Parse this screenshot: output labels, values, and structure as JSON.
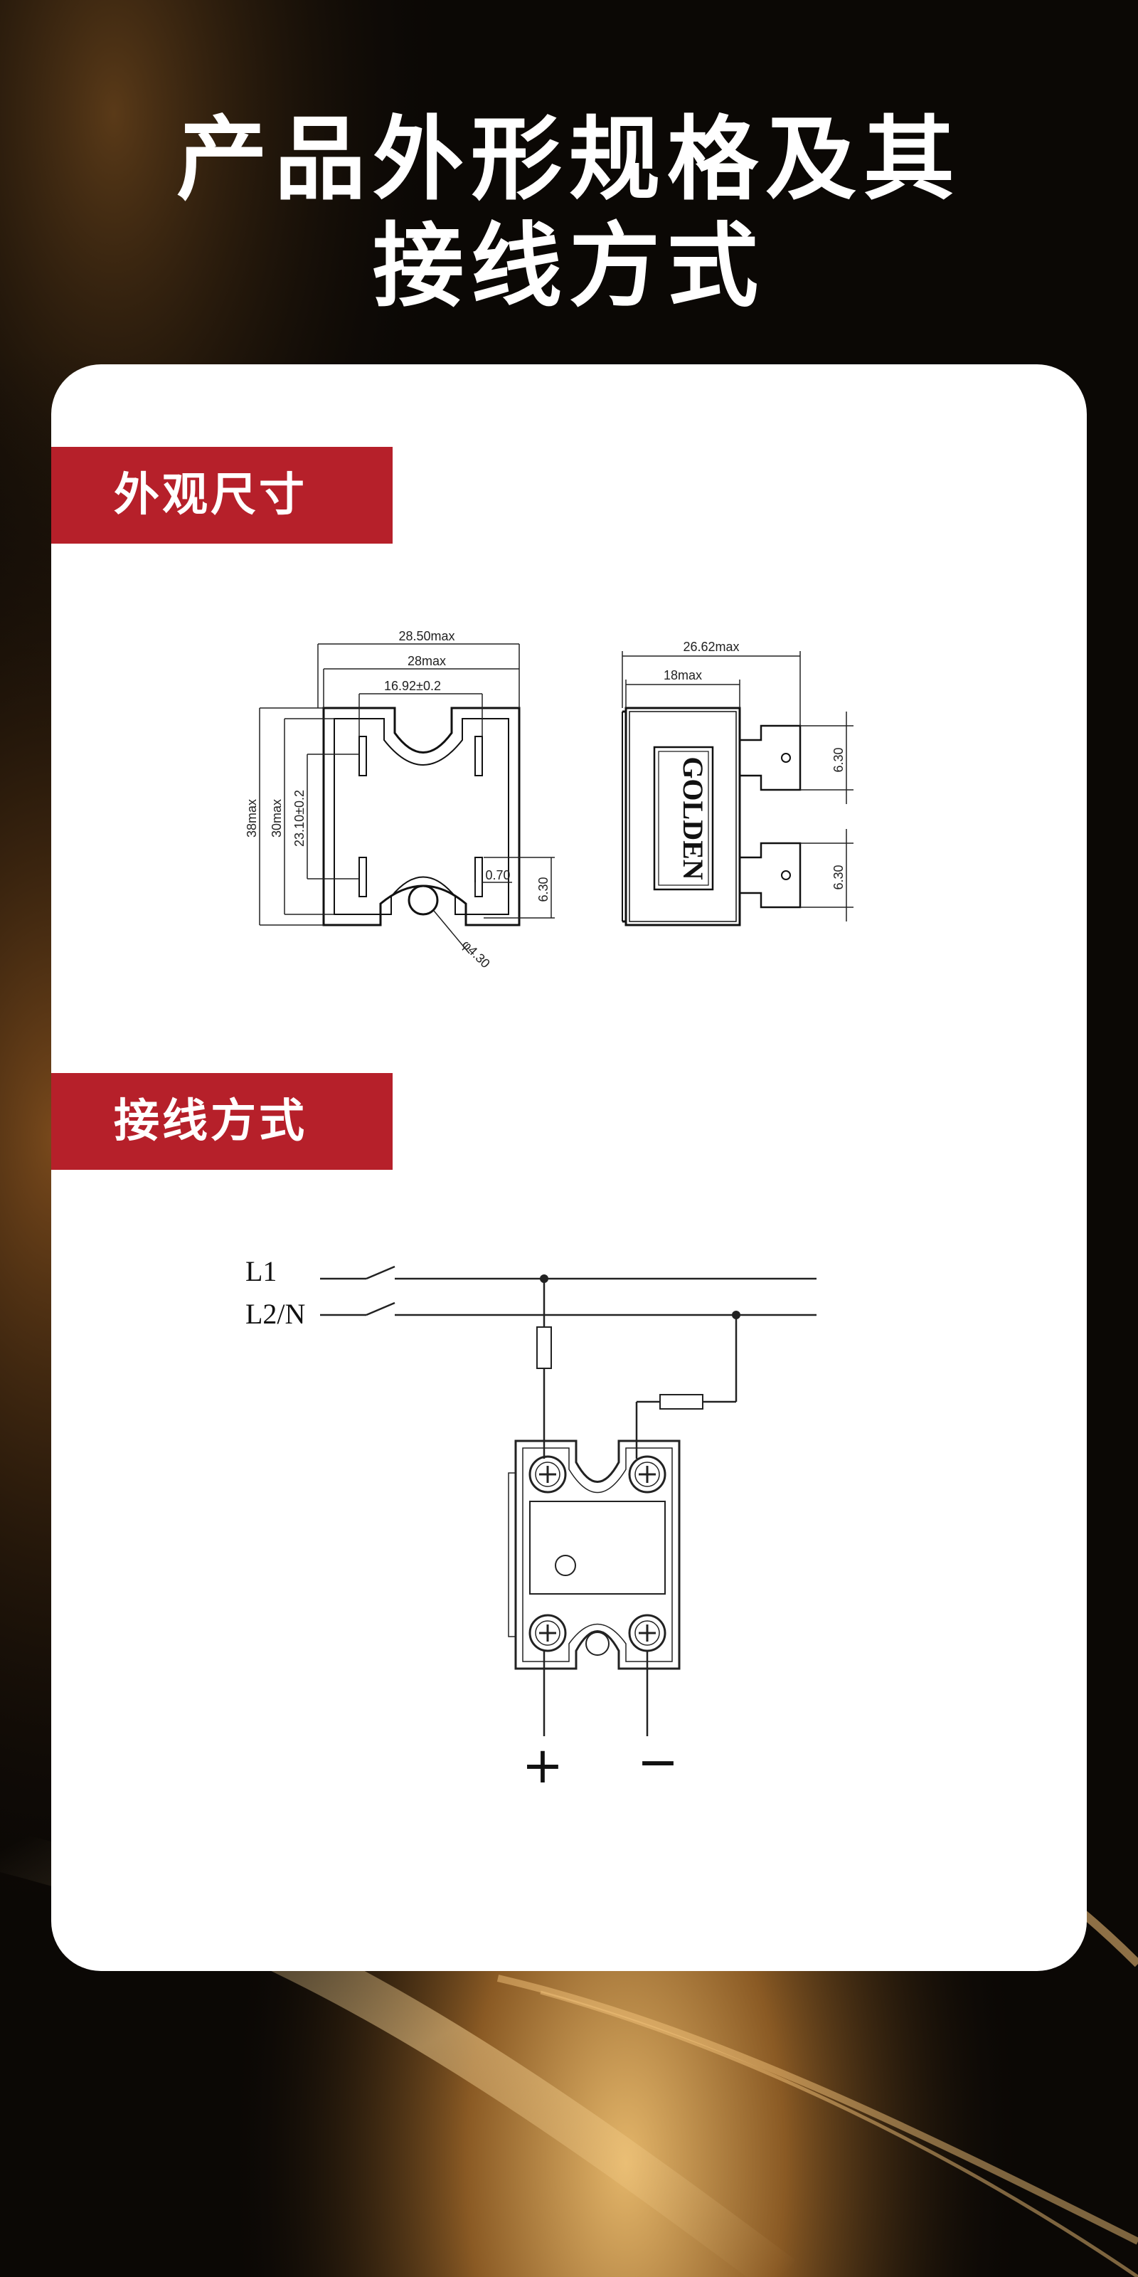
{
  "title": {
    "line1": "产品外形规格及其",
    "line2": "接线方式"
  },
  "sections": [
    {
      "label": "外观尺寸"
    },
    {
      "label": "接线方式"
    }
  ],
  "dimension_drawing": {
    "front_view": {
      "overall_width": "28.50max",
      "body_width": "28max",
      "terminal_spacing": "16.92±0.2",
      "overall_height": "38max",
      "body_height": "30max",
      "terminal_vertical_spacing": "23.10±0.2",
      "tab_thickness": "0.70",
      "tab_width": "6.30",
      "hole_diameter": "φ4.30"
    },
    "side_view": {
      "overall_depth": "26.62max",
      "body_depth": "18max",
      "tab_width_top": "6.30",
      "tab_width_bottom": "6.30",
      "brand_mark": "GOLDEN"
    }
  },
  "wiring_diagram": {
    "line_label_1": "L1",
    "line_label_2": "L2/N",
    "plus_symbol": "+",
    "minus_symbol": "−"
  },
  "colors": {
    "accent_red": "#b6202a",
    "card_white": "#ffffff",
    "gold": "#c9913c"
  }
}
